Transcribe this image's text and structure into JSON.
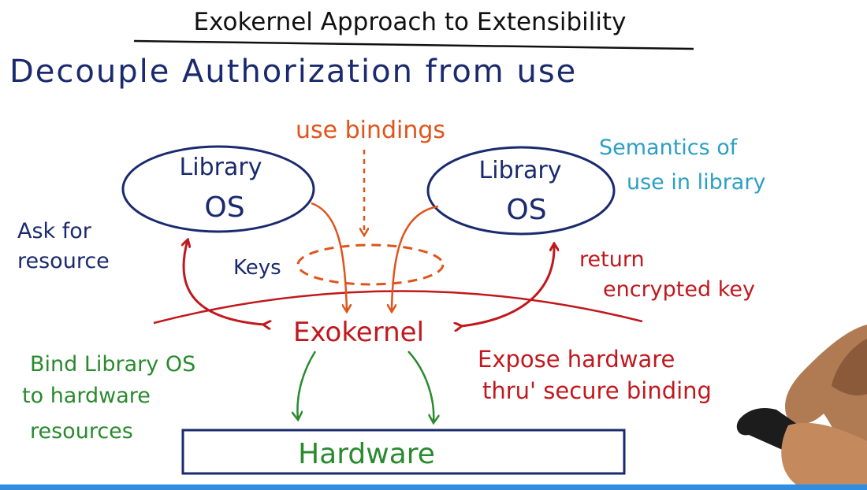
{
  "title": "Exokernel Approach to Extensibility",
  "subtitle": "Decouple Authorization from use",
  "labels": {
    "use_bindings": "use bindings",
    "library_os_left_line1": "Library",
    "library_os_left_line2": "OS",
    "library_os_right_line1": "Library",
    "library_os_right_line2": "OS",
    "semantics_line1": "Semantics of",
    "semantics_line2": "use in library",
    "ask_line1": "Ask for",
    "ask_line2": "resource",
    "keys": "Keys",
    "return_line1": "return",
    "return_line2": "encrypted key",
    "exokernel": "Exokernel",
    "bind_line1": "Bind Library OS",
    "bind_line2": "to hardware",
    "bind_line3": "resources",
    "expose_line1": "Expose hardware",
    "expose_line2": "thru' secure binding",
    "hardware": "Hardware"
  },
  "colors": {
    "background": "#ffffff",
    "title": "#111111",
    "navy": "#1a2a6e",
    "orange": "#e0541b",
    "teal": "#2c9fc4",
    "red": "#c0181d",
    "green": "#2a8a2e",
    "hardware_box": "#1a2a6e",
    "bottom_bar": "#2f8ee0"
  }
}
